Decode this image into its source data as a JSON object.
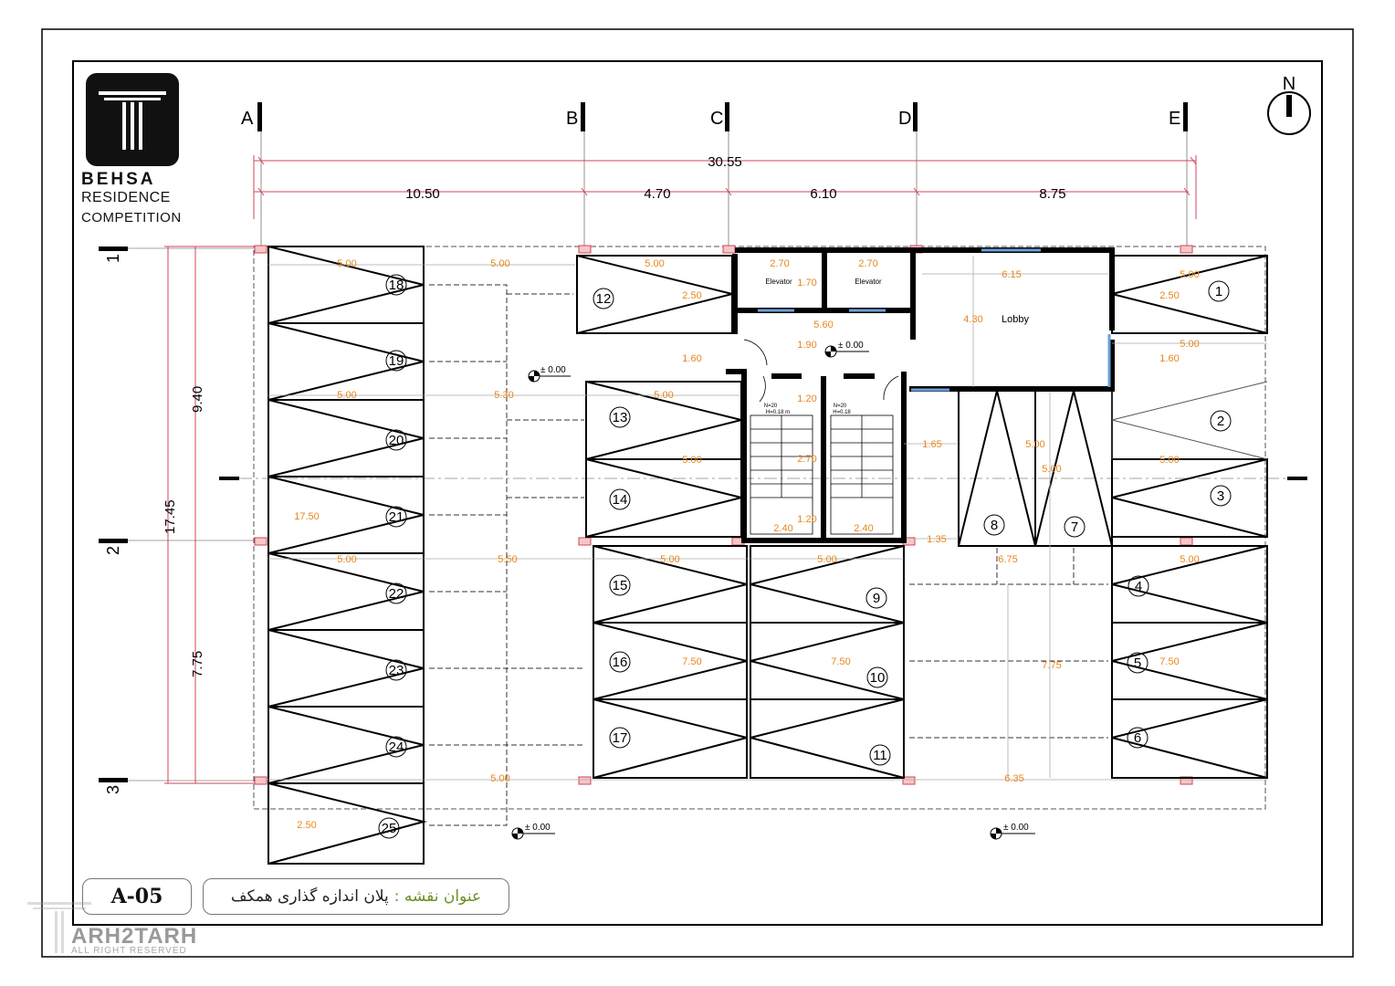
{
  "brand": {
    "line1": "BEHSA",
    "line2": "RESIDENCE",
    "line3": "COMPETITION"
  },
  "sheet": {
    "number": "A-05",
    "title_label": "عنوان نقشه :",
    "title_value": "پلان اندازه گذاری همکف"
  },
  "watermark": {
    "name": "ARH2TARH",
    "sub": "ALL RIGHT RESERVED"
  },
  "north": "N",
  "grid": {
    "columns": [
      "A",
      "B",
      "C",
      "D",
      "E"
    ],
    "rows": [
      "1",
      "2",
      "3"
    ]
  },
  "dimensions": {
    "overall": "30.55",
    "spans": [
      "10.50",
      "4.70",
      "6.10",
      "8.75"
    ],
    "vertical_total": "17.45",
    "vertical_spans": [
      "9.40",
      "7.75"
    ]
  },
  "rooms": {
    "elevator": "Elevator",
    "lobby": "Lobby"
  },
  "stairs": {
    "n": "N=20",
    "h1": "H=0.18 m",
    "h2": "H=0.18"
  },
  "level": "± 0.00",
  "parking_numbers": [
    "1",
    "2",
    "3",
    "4",
    "5",
    "6",
    "7",
    "8",
    "9",
    "10",
    "11",
    "12",
    "13",
    "14",
    "15",
    "16",
    "17",
    "18",
    "19",
    "20",
    "21",
    "22",
    "23",
    "24",
    "25"
  ],
  "inner_dims": [
    "5.00",
    "2.50",
    "1.60",
    "5.30",
    "5.50",
    "17.50",
    "7.50",
    "7.75",
    "6.75",
    "6.35",
    "1.35",
    "1.65",
    "2.70",
    "1.70",
    "5.60",
    "1.90",
    "4.30",
    "6.15",
    "1.20",
    "2.40"
  ]
}
